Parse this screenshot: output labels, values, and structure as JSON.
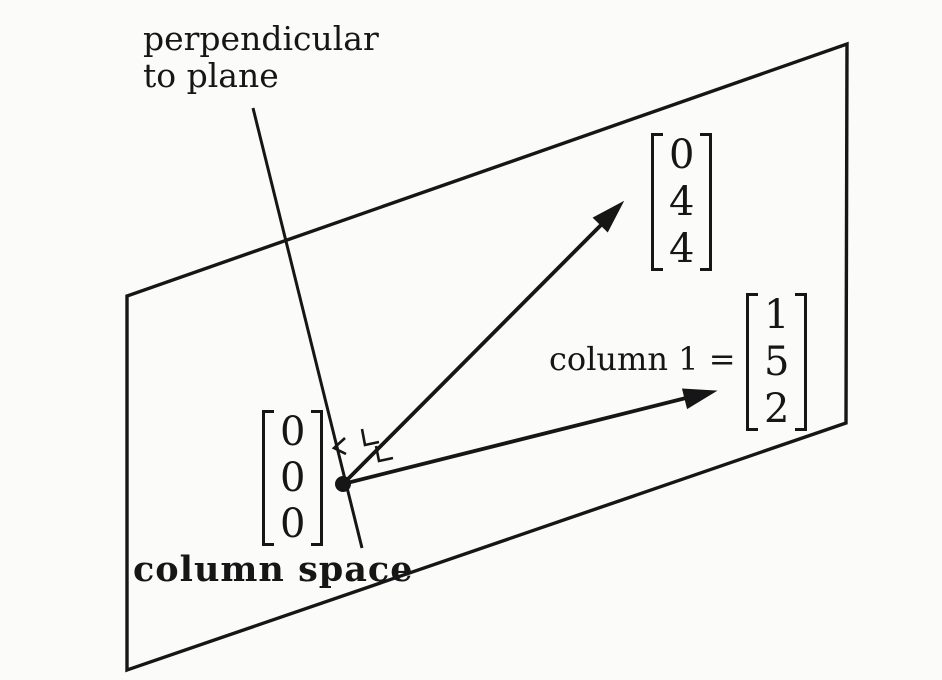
{
  "figure": {
    "title": "column space plane diagram",
    "colors": {
      "ink": "#161616",
      "background": "#fbfbfa"
    },
    "labels": {
      "perpendicular_line1": "perpendicular",
      "perpendicular_line2": "to plane",
      "column1_prefix": "column 1 =",
      "column_space": "column space"
    },
    "vectors": {
      "v044": [
        "0",
        "4",
        "4"
      ],
      "col1": [
        "1",
        "5",
        "2"
      ],
      "origin": [
        "0",
        "0",
        "0"
      ]
    }
  }
}
